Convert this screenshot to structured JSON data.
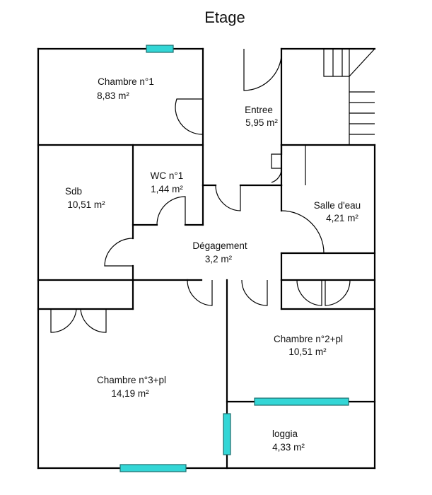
{
  "title": "Etage",
  "colors": {
    "window": "#33d6d6",
    "wall": "#000000"
  },
  "rooms": [
    {
      "id": "chambre1",
      "name": "Chambre n°1",
      "area": "8,83  m²"
    },
    {
      "id": "entree",
      "name": "Entree",
      "area": "5,95  m²"
    },
    {
      "id": "sdb",
      "name": "Sdb",
      "area": "10,51  m²"
    },
    {
      "id": "wc1",
      "name": "WC n°1",
      "area": "1,44  m²"
    },
    {
      "id": "salle_eau",
      "name": "Salle d'eau",
      "area": "4,21  m²"
    },
    {
      "id": "degagement",
      "name": "Dégagement",
      "area": "3,2  m²"
    },
    {
      "id": "chambre2",
      "name": "Chambre n°2+pl",
      "area": "10,51  m²"
    },
    {
      "id": "chambre3",
      "name": "Chambre n°3+pl",
      "area": "14,19  m²"
    },
    {
      "id": "loggia",
      "name": "loggia",
      "area": "4,33  m²"
    }
  ]
}
